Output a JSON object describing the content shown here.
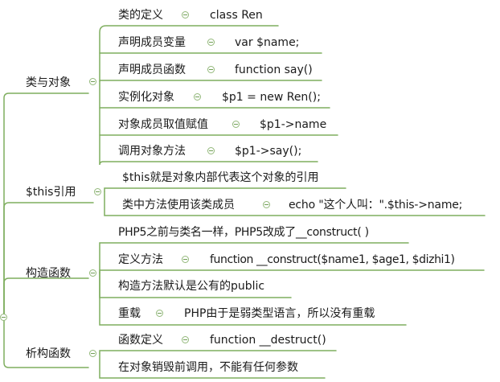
{
  "mindmap": {
    "line_color": "#7fae5f",
    "branches": [
      {
        "label": "类与对象",
        "children": [
          {
            "label": "类的定义",
            "value": "class Ren"
          },
          {
            "label": "声明成员变量",
            "value": "var $name;"
          },
          {
            "label": "声明成员函数",
            "value": "function say()"
          },
          {
            "label": "实例化对象",
            "value": "$p1 = new Ren();"
          },
          {
            "label": "对象成员取值赋值",
            "value": "$p1->name"
          },
          {
            "label": "调用对象方法",
            "value": "$p1->say();"
          }
        ]
      },
      {
        "label": "$this引用",
        "children": [
          {
            "label": "$this就是对象内部代表这个对象的引用"
          },
          {
            "label": "类中方法使用该类成员",
            "value": "echo \"这个人叫：\".$this->name;"
          }
        ]
      },
      {
        "label": "构造函数",
        "children": [
          {
            "label": "PHP5之前与类名一样，PHP5改成了__construct( )"
          },
          {
            "label": "定义方法",
            "value": "function __construct($name1, $age1, $dizhi1)"
          },
          {
            "label": "构造方法默认是公有的public"
          },
          {
            "label": "重载",
            "value": "PHP由于是弱类型语言，所以没有重载"
          }
        ]
      },
      {
        "label": "析构函数",
        "children": [
          {
            "label": "函数定义",
            "value": "function __destruct()"
          },
          {
            "label": "在对象销毁前调用，不能有任何参数"
          }
        ]
      }
    ]
  }
}
